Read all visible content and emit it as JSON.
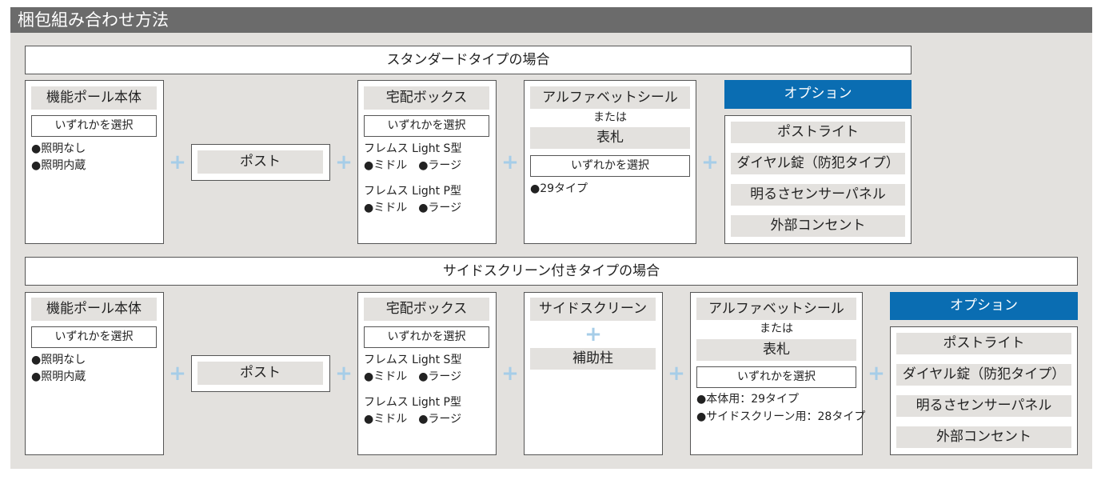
{
  "title": "梱包組み合わせ方法",
  "common": {
    "plus": "+",
    "select": "いずれかを選択",
    "pole": "機能ポール本体",
    "pole_opts": [
      "●照明なし",
      "●照明内蔵"
    ],
    "post": "ポスト",
    "delivery": "宅配ボックス",
    "delivery_s": "フレムス Light S型",
    "delivery_p": "フレムス Light P型",
    "delivery_sizes": "●ミドル　●ラージ",
    "alphabet": "アルファベットシール",
    "or": "または",
    "nameplate": "表札",
    "option": "オプション",
    "options": [
      "ポストライト",
      "ダイヤル錠（防犯タイプ）",
      "明るさセンサーパネル",
      "外部コンセント"
    ]
  },
  "standard": {
    "heading": "スタンダードタイプの場合",
    "alpha_type": "●29タイプ"
  },
  "sidescreen": {
    "heading": "サイドスクリーン付きタイプの場合",
    "screen": "サイドスクリーン",
    "aux": "補助柱",
    "alpha_types": [
      "●本体用：29タイプ",
      "●サイドスクリーン用：28タイプ"
    ]
  }
}
